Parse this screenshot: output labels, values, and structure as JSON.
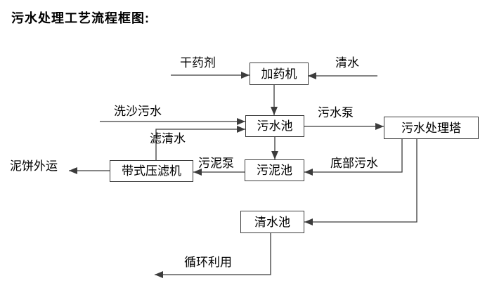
{
  "title": "污水处理工艺流程框图:",
  "diagram": {
    "nodes": {
      "dosing_machine": "加药机",
      "sewage_pool": "污水池",
      "treatment_tower": "污水处理塔",
      "sludge_pool": "污泥池",
      "belt_filter_press": "带式压滤机",
      "clean_water_pool": "清水池"
    },
    "flow_labels": {
      "dry_chemical": "干药剂",
      "clean_water": "清水",
      "sand_washing_sewage": "洗沙污水",
      "sewage_pump": "污水泵",
      "filtered_water": "滤清水",
      "sludge_pump": "污泥泵",
      "bottom_sewage": "底部污水",
      "mud_cake_out": "泥饼外运",
      "recycling": "循环利用"
    }
  },
  "colors": {
    "line": "#3c3c3c",
    "box_border": "#3c3c3c",
    "text": "#000000",
    "background": "#ffffff"
  }
}
